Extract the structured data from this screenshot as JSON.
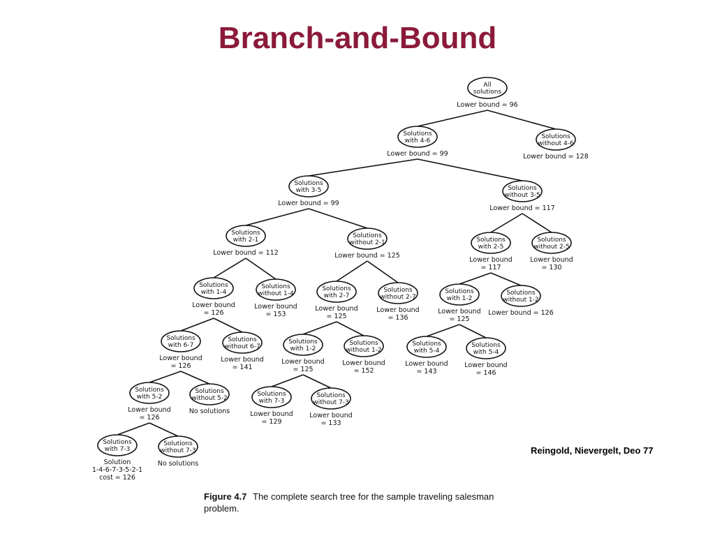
{
  "title": "Branch-and-Bound",
  "credit": "Reingold, Nievergelt, Deo 77",
  "caption": {
    "figure": "Figure 4.7",
    "line1": "The complete search tree for the sample traveling salesman",
    "line2": "problem."
  },
  "tree": {
    "nodes": [
      {
        "id": "root",
        "label": [
          "All",
          "solutions"
        ],
        "bound": [
          "Lower bound = 96"
        ]
      },
      {
        "id": "w46",
        "label": [
          "Solutions",
          "with 4-6"
        ],
        "bound": [
          "Lower bound = 99"
        ]
      },
      {
        "id": "wo46",
        "label": [
          "Solutions",
          "without 4-6"
        ],
        "bound": [
          "Lower bound = 128"
        ]
      },
      {
        "id": "w35",
        "label": [
          "Solutions",
          "with 3-5"
        ],
        "bound": [
          "Lower bound = 99"
        ]
      },
      {
        "id": "wo35",
        "label": [
          "Solutions",
          "without 3-5"
        ],
        "bound": [
          "Lower bound = 117"
        ]
      },
      {
        "id": "w21",
        "label": [
          "Solutions",
          "with 2-1"
        ],
        "bound": [
          "Lower bound = 112"
        ]
      },
      {
        "id": "wo21",
        "label": [
          "Solutions",
          "without 2-1"
        ],
        "bound": [
          "Lower bound = 125"
        ]
      },
      {
        "id": "w25",
        "label": [
          "Solutions",
          "with 2-5"
        ],
        "bound": [
          "Lower bound",
          "= 117"
        ]
      },
      {
        "id": "wo25",
        "label": [
          "Solutions",
          "without 2-5"
        ],
        "bound": [
          "Lower bound",
          "= 130"
        ]
      },
      {
        "id": "w14",
        "label": [
          "Solutions",
          "with 1-4"
        ],
        "bound": [
          "Lower bound",
          "= 126"
        ]
      },
      {
        "id": "wo14",
        "label": [
          "Solutions",
          "without 1-4"
        ],
        "bound": [
          "Lower bound",
          "= 153"
        ]
      },
      {
        "id": "w27",
        "label": [
          "Solutions",
          "with 2-7"
        ],
        "bound": [
          "Lower bound",
          "= 125"
        ]
      },
      {
        "id": "wo27",
        "label": [
          "Solutions",
          "without 2-7"
        ],
        "bound": [
          "Lower bound",
          "= 136"
        ]
      },
      {
        "id": "w12a",
        "label": [
          "Solutions",
          "with 1-2"
        ],
        "bound": [
          "Lower bound",
          "= 125"
        ]
      },
      {
        "id": "wo12a",
        "label": [
          "Solutions",
          "without 1-2"
        ],
        "bound": [
          "Lower bound = 126"
        ]
      },
      {
        "id": "w67",
        "label": [
          "Solutions",
          "with 6-7"
        ],
        "bound": [
          "Lower bound",
          "= 126"
        ]
      },
      {
        "id": "wo67",
        "label": [
          "Solutions",
          "without 6-7"
        ],
        "bound": [
          "Lower bound",
          "= 141"
        ]
      },
      {
        "id": "w12b",
        "label": [
          "Solutions",
          "with 1-2"
        ],
        "bound": [
          "Lower bound",
          "= 125"
        ]
      },
      {
        "id": "wo12b",
        "label": [
          "Solutions",
          "without 1-2"
        ],
        "bound": [
          "Lower bound",
          "= 152"
        ]
      },
      {
        "id": "w54a",
        "label": [
          "Solutions",
          "with 5-4"
        ],
        "bound": [
          "Lower bound",
          "= 143"
        ]
      },
      {
        "id": "w54b",
        "label": [
          "Solutions",
          "with 5-4"
        ],
        "bound": [
          "Lower bound",
          "= 146"
        ]
      },
      {
        "id": "w52",
        "label": [
          "Solutions",
          "with 5-2"
        ],
        "bound": [
          "Lower bound",
          "= 126"
        ]
      },
      {
        "id": "wo52",
        "label": [
          "Solutions",
          "without 5-2"
        ],
        "bound": [
          "No solutions"
        ]
      },
      {
        "id": "w73a",
        "label": [
          "Solutions",
          "with 7-3"
        ],
        "bound": [
          "Lower bound",
          "= 129"
        ]
      },
      {
        "id": "wo73a",
        "label": [
          "Solutions",
          "without 7-3"
        ],
        "bound": [
          "Lower bound",
          "= 133"
        ]
      },
      {
        "id": "w73b",
        "label": [
          "Solutions",
          "with 7-3"
        ],
        "bound": [
          "Solution",
          "1-4-6-7-3-5-2-1",
          "cost = 126"
        ]
      },
      {
        "id": "wo73b",
        "label": [
          "Solutions",
          "without 7-3"
        ],
        "bound": [
          "No solutions"
        ]
      }
    ],
    "edges": [
      [
        "root",
        "w46"
      ],
      [
        "root",
        "wo46"
      ],
      [
        "w46",
        "w35"
      ],
      [
        "w46",
        "wo35"
      ],
      [
        "w35",
        "w21"
      ],
      [
        "w35",
        "wo21"
      ],
      [
        "wo35",
        "w25"
      ],
      [
        "wo35",
        "wo25"
      ],
      [
        "w21",
        "w14"
      ],
      [
        "w21",
        "wo14"
      ],
      [
        "wo21",
        "w27"
      ],
      [
        "wo21",
        "wo27"
      ],
      [
        "w25",
        "w12a"
      ],
      [
        "w25",
        "wo12a"
      ],
      [
        "w14",
        "w67"
      ],
      [
        "w14",
        "wo67"
      ],
      [
        "w27",
        "w12b"
      ],
      [
        "w27",
        "wo12b"
      ],
      [
        "w12a",
        "w54a"
      ],
      [
        "w12a",
        "w54b"
      ],
      [
        "w67",
        "w52"
      ],
      [
        "w67",
        "wo52"
      ],
      [
        "w12b",
        "w73a"
      ],
      [
        "w12b",
        "wo73a"
      ],
      [
        "w52",
        "w73b"
      ],
      [
        "w52",
        "wo73b"
      ]
    ]
  }
}
